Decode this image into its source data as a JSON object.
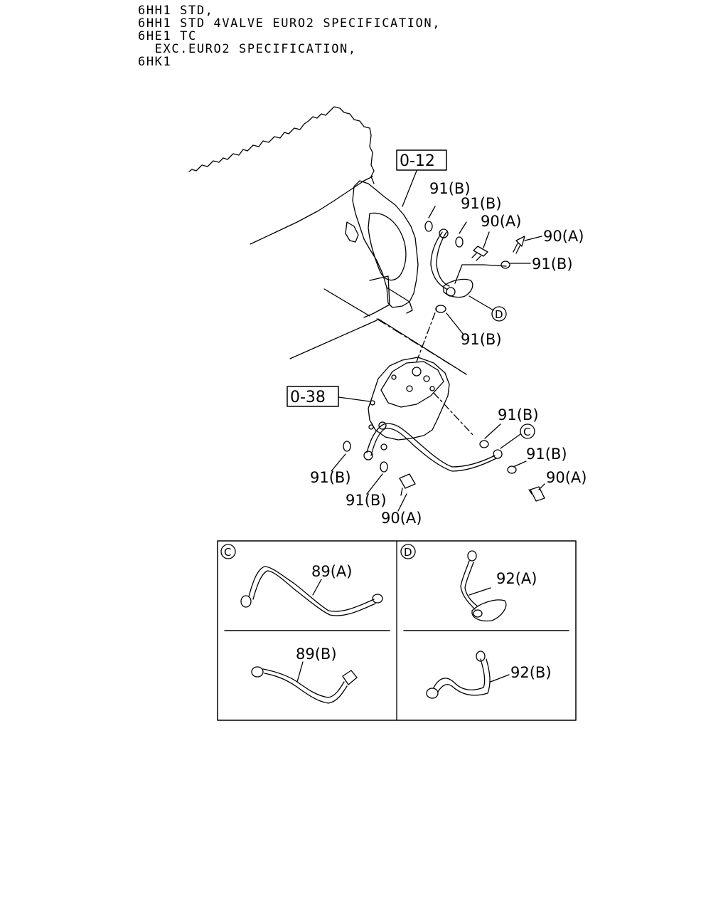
{
  "header": {
    "lines": [
      "6HH1 STD,",
      "6HH1 STD 4VALVE EURO2 SPECIFICATION,",
      "6HE1 TC",
      "  EXC.EURO2 SPECIFICATION,",
      "6HK1"
    ]
  },
  "boxes": {
    "ref_top": "0-12",
    "ref_mid": "0-38"
  },
  "callouts": {
    "c_top1": "91(B)",
    "c_top2": "91(B)",
    "c_top3": "90(A)",
    "c_top4": "90(A)",
    "c_top5": "91(B)",
    "c_mid1": "91(B)",
    "c_low1": "91(B)",
    "c_low2": "91(B)",
    "c_low3": "90(A)",
    "c_low4": "91(B)",
    "c_low5": "91(B)",
    "c_low6": "90(A)",
    "circle_c": "C",
    "circle_d": "D"
  },
  "detail": {
    "panel_c_letter": "C",
    "panel_d_letter": "D",
    "c_upper": "89(A)",
    "c_lower": "89(B)",
    "d_upper": "92(A)",
    "d_lower": "92(B)"
  }
}
